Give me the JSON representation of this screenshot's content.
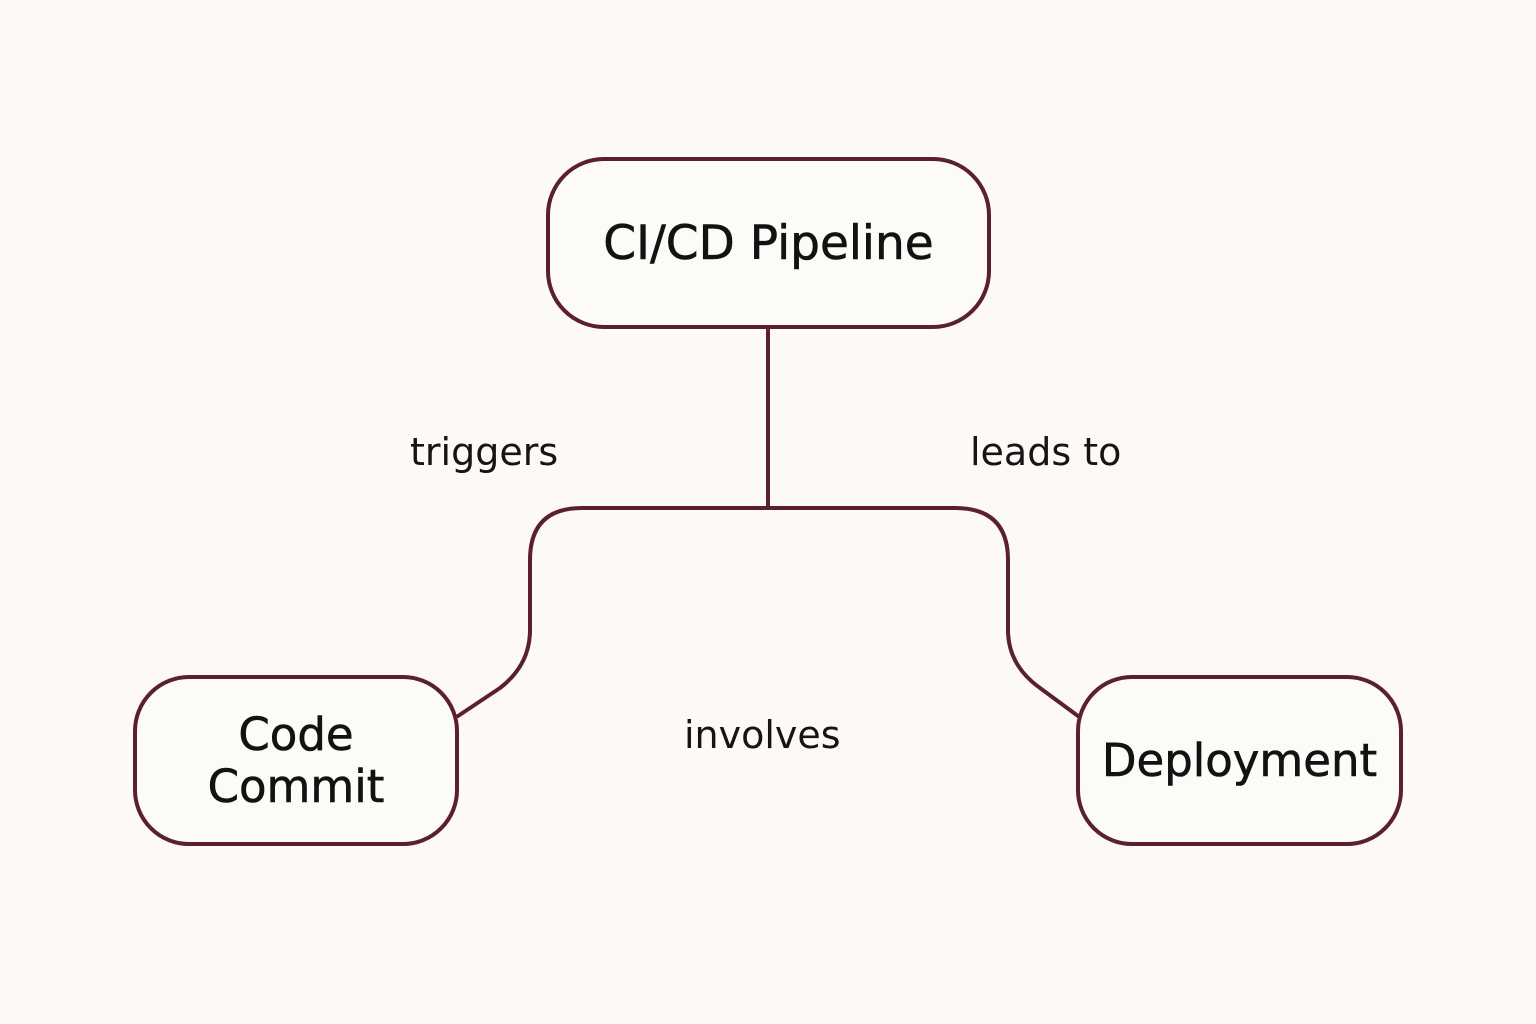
{
  "diagram": {
    "nodes": {
      "root": "CI/CD Pipeline",
      "left": "Code Commit",
      "right": "Deployment"
    },
    "edge_labels": {
      "triggers": "triggers",
      "leads_to": "leads to",
      "involves": "involves"
    },
    "colors": {
      "background": "#fcf9f6",
      "stroke": "#5a2030",
      "text": "#121212"
    }
  }
}
